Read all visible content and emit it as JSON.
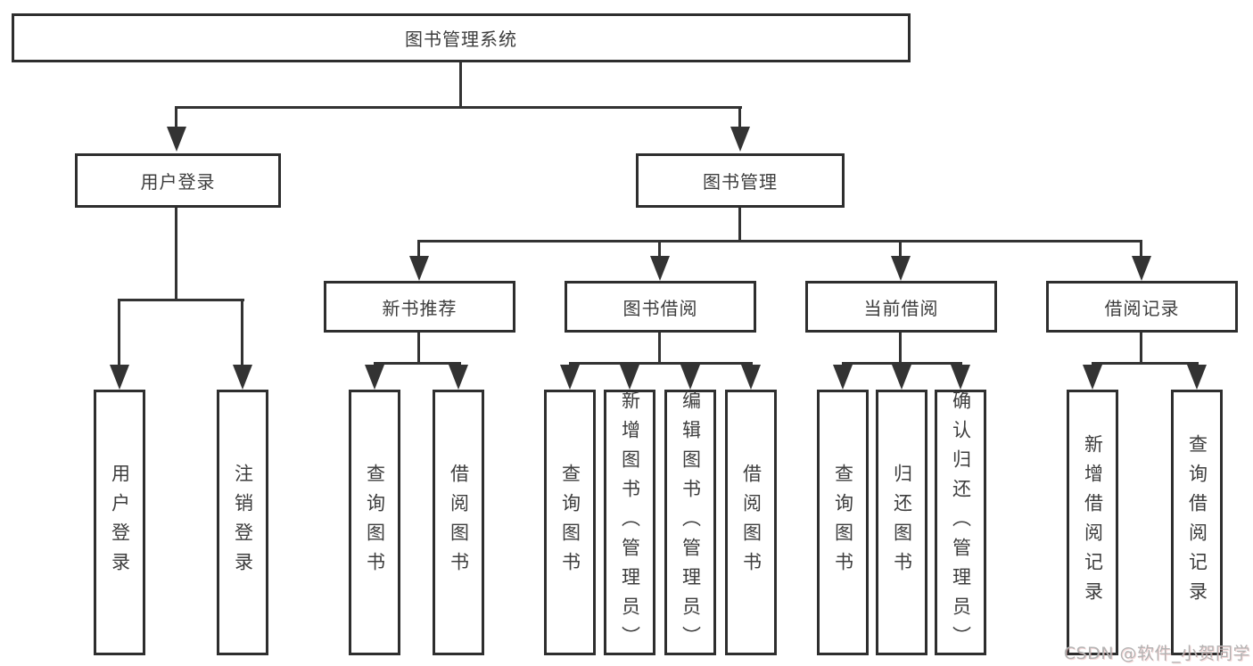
{
  "diagram": {
    "root": {
      "label": "图书管理系统"
    },
    "level2": [
      {
        "label": "用户登录"
      },
      {
        "label": "图书管理"
      }
    ],
    "level3": [
      {
        "label": "新书推荐"
      },
      {
        "label": "图书借阅"
      },
      {
        "label": "当前借阅"
      },
      {
        "label": "借阅记录"
      }
    ],
    "leaves": [
      {
        "label": "用户登录"
      },
      {
        "label": "注销登录"
      },
      {
        "label": "查询图书"
      },
      {
        "label": "借阅图书"
      },
      {
        "label": "查询图书"
      },
      {
        "label": "新增图书（管理员）"
      },
      {
        "label": "编辑图书（管理员）"
      },
      {
        "label": "借阅图书"
      },
      {
        "label": "查询图书"
      },
      {
        "label": "归还图书"
      },
      {
        "label": "确认归还（管理员）"
      },
      {
        "label": "新增借阅记录"
      },
      {
        "label": "查询借阅记录"
      }
    ]
  },
  "watermark": {
    "text": "CSDN @软件_小贺同学"
  },
  "colors": {
    "line": "#333333",
    "border": "#2e2e2e",
    "text": "#3d3d3d",
    "watermark": "#b3b3b3",
    "background": "#ffffff"
  }
}
